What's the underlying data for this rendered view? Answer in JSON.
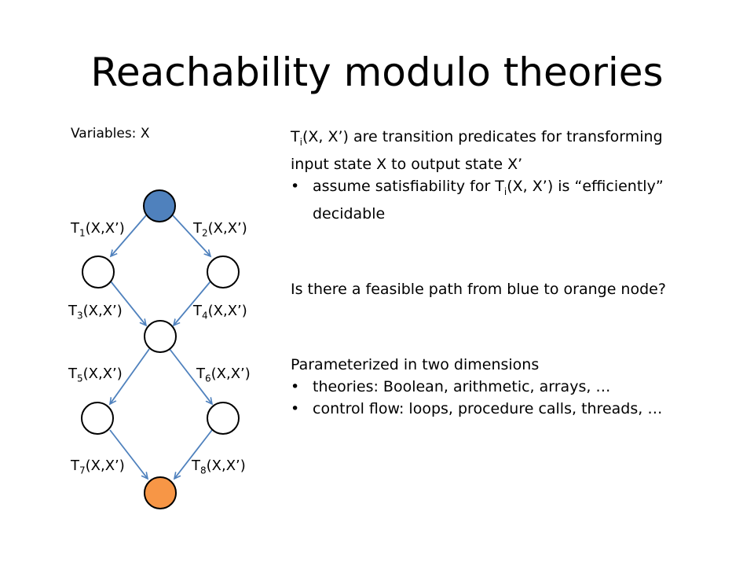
{
  "title": "Reachability modulo theories",
  "variables_label": "Variables: X",
  "colors": {
    "edge": "#4f81bd",
    "start_node": "#4f81bd",
    "end_node": "#f79646",
    "node_outline": "#000000",
    "plain_node": "#ffffff"
  },
  "graph": {
    "edges": [
      {
        "sym": "T",
        "sub": "1",
        "args": "(X,X’)"
      },
      {
        "sym": "T",
        "sub": "2",
        "args": "(X,X’)"
      },
      {
        "sym": "T",
        "sub": "3",
        "args": "(X,X’)"
      },
      {
        "sym": "T",
        "sub": "4",
        "args": "(X,X’)"
      },
      {
        "sym": "T",
        "sub": "5",
        "args": "(X,X’)"
      },
      {
        "sym": "T",
        "sub": "6",
        "args": "(X,X’)"
      },
      {
        "sym": "T",
        "sub": "7",
        "args": "(X,X’)"
      },
      {
        "sym": "T",
        "sub": "8",
        "args": "(X,X’)"
      }
    ]
  },
  "text": {
    "intro_sym": "T",
    "intro_sub": "i",
    "intro_rest": "(X, X’) are transition predicates for transforming",
    "intro_line2": "input state X to output state X’",
    "bullet_pre": "assume satisfiability for T",
    "bullet_sub": "i",
    "bullet_post": "(X, X’) is “efficiently”",
    "bullet_line2": "decidable",
    "question": "Is there a feasible path from blue to orange node?",
    "param_heading": "Parameterized in two dimensions",
    "param_bullets": [
      "theories: Boolean, arithmetic, arrays, …",
      "control flow: loops, procedure calls, threads, …"
    ]
  }
}
